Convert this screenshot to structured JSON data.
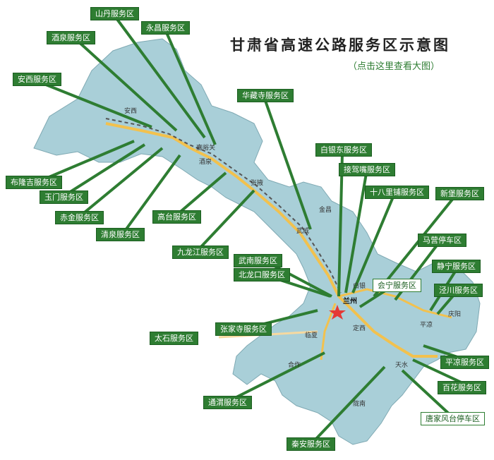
{
  "title": "甘肃省高速公路服务区示意图",
  "subtitle": "（点击这里查看大图）",
  "colors": {
    "province": "#a9cfd8",
    "road": "#f2c14e",
    "rail": "#555555",
    "label_bg": "#2e7d32",
    "capital_star": "#e53935"
  },
  "capital": "兰州",
  "cities": [
    "安西",
    "酒泉",
    "嘉峪关",
    "张掖",
    "金昌",
    "武威",
    "白银",
    "定西",
    "天水",
    "平凉",
    "庆阳",
    "临夏",
    "合作",
    "陇南"
  ],
  "service_areas": [
    {
      "id": "shandan",
      "label": "山丹服务区"
    },
    {
      "id": "yongchang",
      "label": "永昌服务区"
    },
    {
      "id": "jiuquan",
      "label": "酒泉服务区"
    },
    {
      "id": "anxi",
      "label": "安西服务区"
    },
    {
      "id": "huazangsi",
      "label": "华藏寺服务区"
    },
    {
      "id": "buluntai",
      "label": "布隆吉服务区"
    },
    {
      "id": "yumen",
      "label": "玉门服务区"
    },
    {
      "id": "chijin",
      "label": "赤金服务区"
    },
    {
      "id": "qingquan",
      "label": "清泉服务区"
    },
    {
      "id": "gaotai",
      "label": "高台服务区"
    },
    {
      "id": "jiulongjiang",
      "label": "九龙江服务区"
    },
    {
      "id": "wunan",
      "label": "武南服务区"
    },
    {
      "id": "beilongkou",
      "label": "北龙口服务区"
    },
    {
      "id": "baiyindong",
      "label": "白银东服务区"
    },
    {
      "id": "jiejiazui",
      "label": "接驾嘴服务区"
    },
    {
      "id": "shibalipu",
      "label": "十八里铺服务区"
    },
    {
      "id": "xinbao",
      "label": "新堡服务区"
    },
    {
      "id": "maying",
      "label": "马营停车区"
    },
    {
      "id": "jingning",
      "label": "静宁服务区"
    },
    {
      "id": "huining",
      "label": "会宁服务区"
    },
    {
      "id": "jingchuan",
      "label": "泾川服务区"
    },
    {
      "id": "zhangjiasi",
      "label": "张家寺服务区"
    },
    {
      "id": "taishi",
      "label": "太石服务区"
    },
    {
      "id": "pingliang",
      "label": "平凉服务区"
    },
    {
      "id": "baihua",
      "label": "百花服务区"
    },
    {
      "id": "tangjia",
      "label": "唐家风台停车区"
    },
    {
      "id": "tongwei",
      "label": "通渭服务区"
    },
    {
      "id": "qinan",
      "label": "秦安服务区"
    }
  ]
}
